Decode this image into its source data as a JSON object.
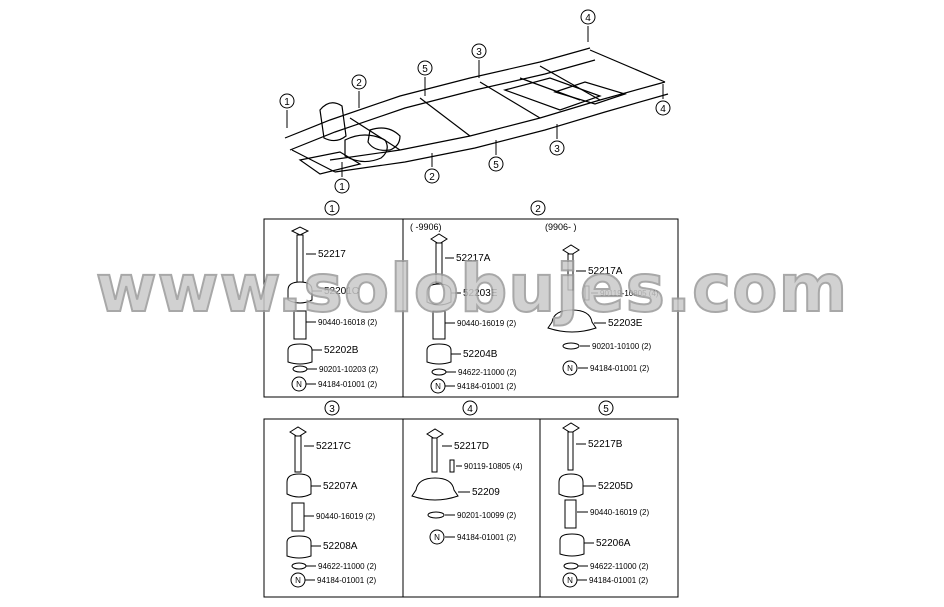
{
  "watermark": "www.solobujes.com",
  "frame_markers": [
    {
      "num": "1"
    },
    {
      "num": "2"
    },
    {
      "num": "5"
    },
    {
      "num": "3"
    },
    {
      "num": "4"
    },
    {
      "num": "4"
    },
    {
      "num": "3"
    },
    {
      "num": "5"
    },
    {
      "num": "2"
    },
    {
      "num": "1"
    }
  ],
  "group_labels": [
    {
      "num": "1"
    },
    {
      "num": "2"
    },
    {
      "num": "3"
    },
    {
      "num": "4"
    },
    {
      "num": "5"
    }
  ],
  "date_ranges": [
    "(     -9906)",
    "(9906-        )"
  ],
  "panels": {
    "p1": [
      "52217",
      "52201C",
      "90440-16018 (2)",
      "52202B",
      "90201-10203 (2)",
      "94184-01001 (2)"
    ],
    "p2a": [
      "52217A",
      "52203E",
      "90440-16019 (2)",
      "52204B",
      "94622-11000 (2)",
      "94184-01001 (2)"
    ],
    "p2b": [
      "52217A",
      "90119-10805 (4)",
      "52203E",
      "90201-10100 (2)",
      "94184-01001 (2)"
    ],
    "p3": [
      "52217C",
      "52207A",
      "90440-16019 (2)",
      "52208A",
      "94622-11000 (2)",
      "94184-01001 (2)"
    ],
    "p4": [
      "52217D",
      "90119-10805 (4)",
      "52209",
      "90201-10099 (2)",
      "94184-01001 (2)"
    ],
    "p5": [
      "52217B",
      "52205D",
      "90440-16019 (2)",
      "52206A",
      "94622-11000 (2)",
      "94184-01001 (2)"
    ]
  },
  "n_mark": "N"
}
